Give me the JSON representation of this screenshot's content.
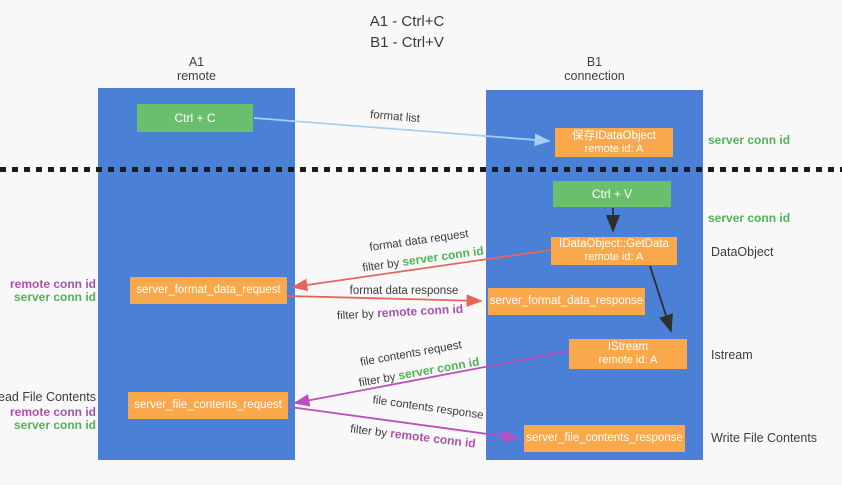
{
  "title": {
    "line1": "A1 - Ctrl+C",
    "line2": "B1 - Ctrl+V"
  },
  "lanes": {
    "left": {
      "name": "A1",
      "role": "remote"
    },
    "right": {
      "name": "B1",
      "role": "connection"
    }
  },
  "nodes": {
    "ctrl_c": {
      "label": "Ctrl + C"
    },
    "save_dataobject": {
      "line1": "保存IDataObject",
      "line2": "remote id: A"
    },
    "ctrl_v": {
      "label": "Ctrl + V"
    },
    "getdata": {
      "line1": "IDataObject::GetData",
      "line2": "remote id: A"
    },
    "format_request": {
      "label": "server_format_data_request"
    },
    "format_response": {
      "label": "server_format_data_response"
    },
    "istream": {
      "line1": "IStream",
      "line2": "remote id: A"
    },
    "file_request": {
      "label": "server_file_contents_request"
    },
    "file_response": {
      "label": "server_file_contents_response"
    }
  },
  "arrows": {
    "format_list": "format list",
    "format_data_request": "format data request",
    "format_data_response": "format data response",
    "file_contents_request": "file contents request",
    "file_contents_response": "file contents response",
    "filter_by": "filter by",
    "server_conn_id": "server conn id",
    "remote_conn_id": "remote conn id"
  },
  "annotations": {
    "server_conn_id_top": "server conn id",
    "server_conn_id_mid": "server conn id",
    "dataobject": "DataObject",
    "istream": "Istream",
    "write_file_contents": "Write File Contents",
    "read_file_contents": "Read File Contents",
    "remote_conn_id": "remote conn id",
    "server_conn_id": "server conn id"
  },
  "colors": {
    "lane_blue": "#4a80d6",
    "node_green": "#6abf6e",
    "node_orange": "#f9a94b",
    "text_green": "#51b357",
    "text_purple": "#a952ad",
    "arrow_red": "#e5655c",
    "arrow_magenta": "#bb4fbe",
    "arrow_blue": "#a6cff0",
    "arrow_black": "#2f2f2f"
  }
}
